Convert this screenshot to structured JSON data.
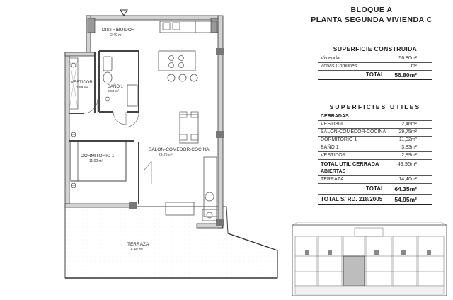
{
  "header": {
    "block": "BLOQUE A",
    "unit": "PLANTA SEGUNDA VIVIENDA C"
  },
  "superficie_construida": {
    "title": "SUPERFICIE CONSTRUIDA",
    "rows": [
      {
        "label": "Vivienda",
        "value": "56.80m²"
      },
      {
        "label": "Zonas Comunes",
        "value": "m²"
      }
    ],
    "total_label": "TOTAL",
    "total_value": "56.80m²"
  },
  "superficies_utiles": {
    "title": "SUPERFICIES UTILES",
    "cerradas_label": "CERRADAS",
    "cerradas": [
      {
        "label": "VESTIBULO",
        "value": "2,46m²"
      },
      {
        "label": "SALON-COMEDOR-COCINA",
        "value": "29,75m²"
      },
      {
        "label": "DORMITORIO 1",
        "value": "11,02m²"
      },
      {
        "label": "BAÑO 1",
        "value": "3,83m²"
      },
      {
        "label": "VESTIDOR",
        "value": "2,89m²"
      }
    ],
    "total_cerrada_label": "TOTAL UTIL CERRADA",
    "total_cerrada_value": "49,95m²",
    "abiertas_label": "ABIERTAS",
    "abiertas": [
      {
        "label": "TERRAZA",
        "value": "14,40m²"
      }
    ],
    "total_label": "TOTAL",
    "total_value": "64.35m²",
    "total_rd_label": "TOTAL S/ RD. 218/2005",
    "total_rd_value": "54.95m²"
  },
  "plan_labels": {
    "distribuidor": "DISTRIBUIDOR",
    "distribuidor_area": "2.40 m²",
    "vestidor": "VESTIDOR",
    "vestidor_area": "2.89 m²",
    "bano": "BAÑO 1",
    "bano_area": "3.83 m²",
    "dormitorio": "DORMITORIO 1",
    "dormitorio_area": "11.02 m²",
    "salon": "SALON-COMEDOR-COCINA",
    "salon_area": "29.75 m²",
    "terraza": "TERRAZA",
    "terraza_area": "14.40 m²"
  }
}
